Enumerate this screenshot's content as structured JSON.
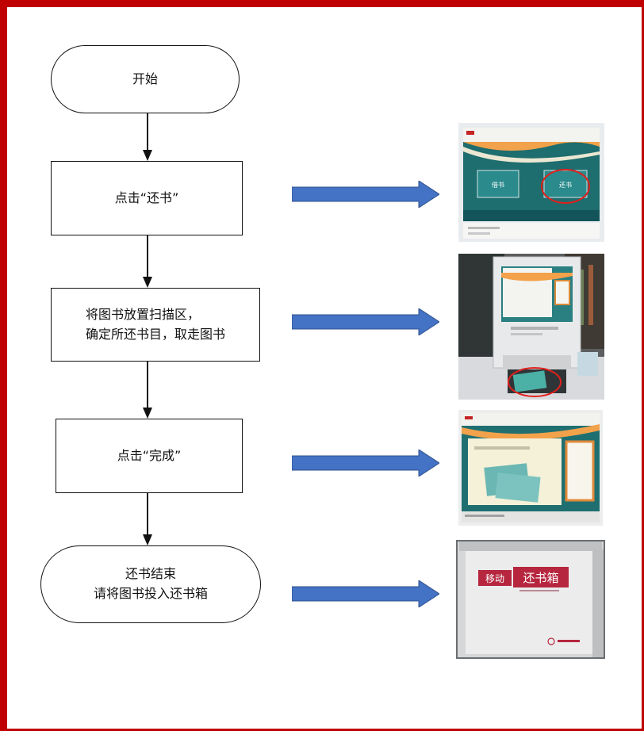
{
  "flow": {
    "start": "开始",
    "step1": "点击“还书”",
    "step2": [
      "将图书放置扫描区，",
      "确定所还书目，取走图书"
    ],
    "step3": "点击“完成”",
    "end": [
      "还书结束",
      "请将图书投入还书箱"
    ]
  },
  "photos": {
    "p1": {
      "left_button": "借书",
      "right_button": "还书"
    },
    "p4": {
      "brand_left": "移动",
      "brand_right": "还书箱"
    }
  },
  "colors": {
    "frame": "#c00000",
    "arrow": "#4472c4",
    "highlight_circle": "#e0201c"
  }
}
